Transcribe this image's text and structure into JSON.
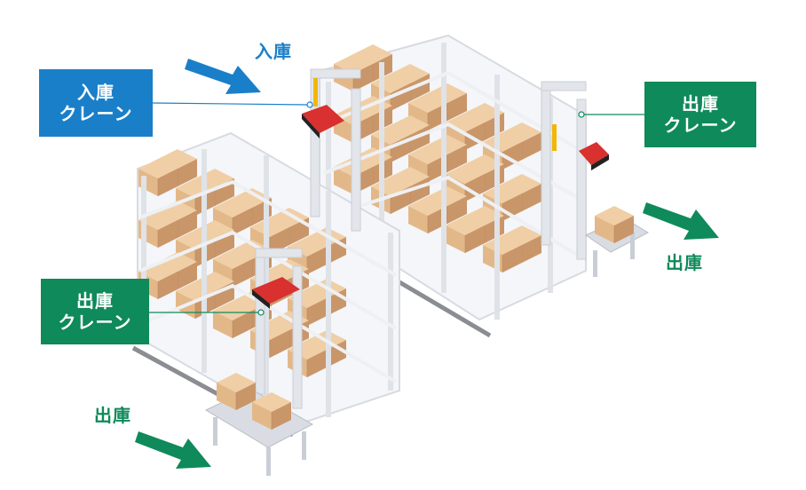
{
  "colors": {
    "inbound": "#1a7fc9",
    "outbound": "#0f8a5a",
    "rack": "#e9ecf1",
    "rack_shade": "#c9ced6",
    "box_top": "#f0cfa6",
    "box_left": "#e3b889",
    "box_right": "#c9966a",
    "pallet": "#6f7378",
    "crane_red": "#d8312f",
    "rail": "#8a8d92",
    "sensor_yellow": "#f2b705"
  },
  "callouts": {
    "inbound_crane": {
      "line1": "入庫",
      "line2": "クレーン"
    },
    "outbound_crane_right": {
      "line1": "出庫",
      "line2": "クレーン"
    },
    "outbound_crane_left": {
      "line1": "出庫",
      "line2": "クレーン"
    }
  },
  "flow_labels": {
    "inbound": "入庫",
    "outbound_right": "出庫",
    "outbound_left": "出庫"
  },
  "icons": {
    "inbound_arrow": "arrow-down-right-icon",
    "outbound_arrow_right": "arrow-down-right-icon",
    "outbound_arrow_left": "arrow-down-right-icon"
  }
}
